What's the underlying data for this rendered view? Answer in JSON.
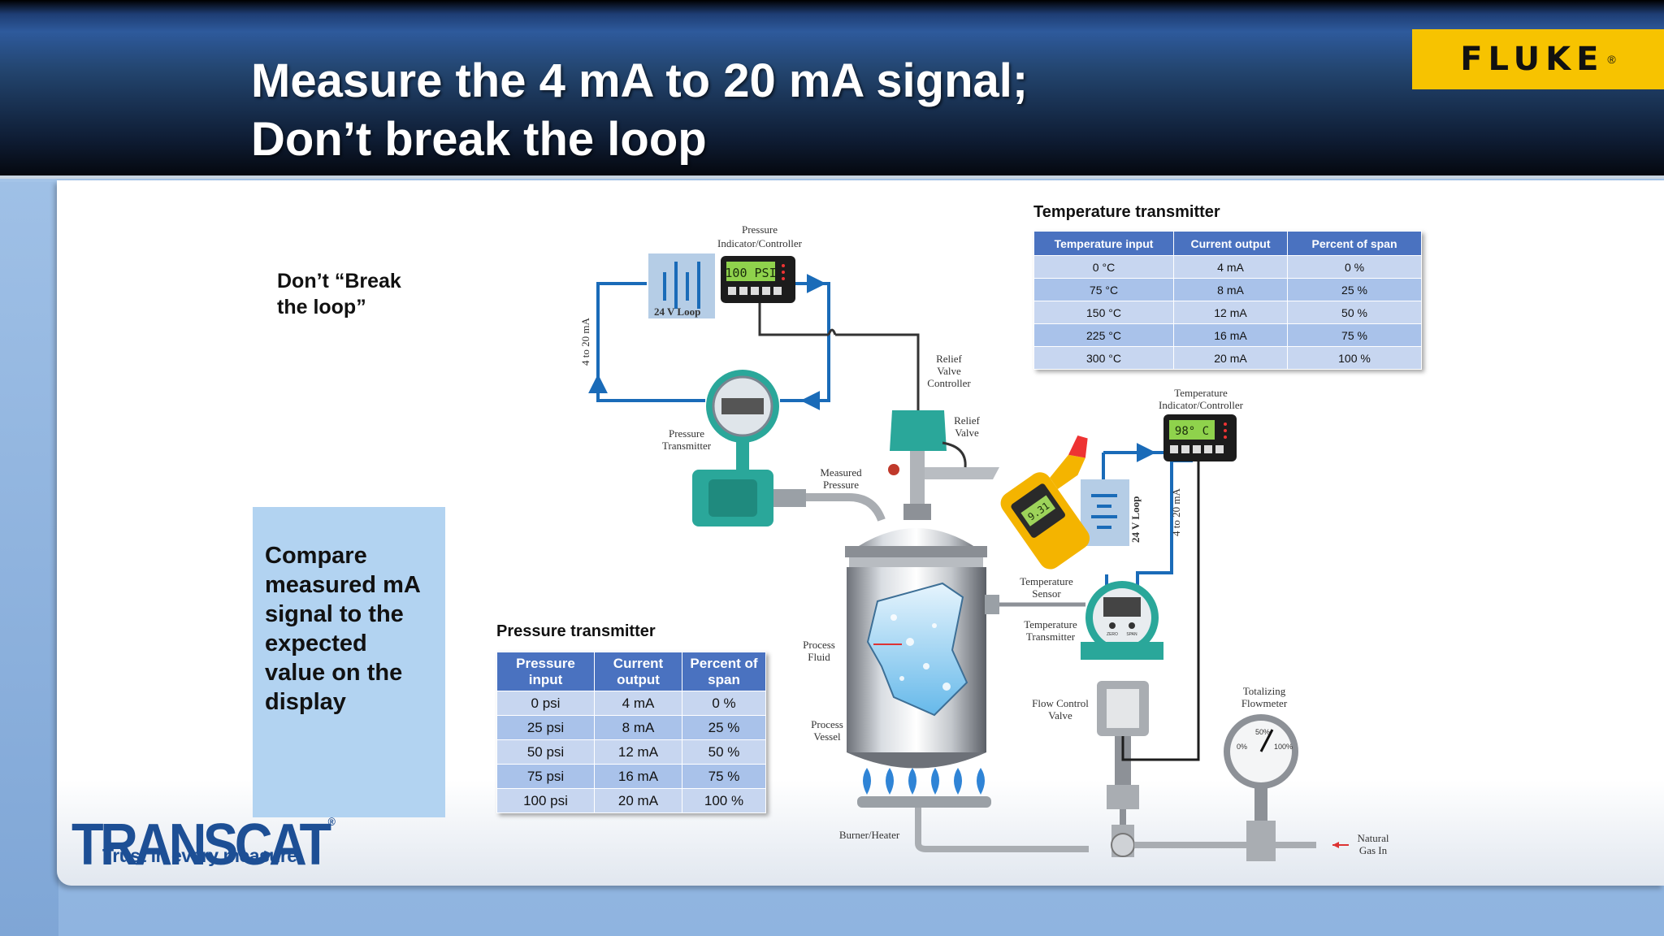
{
  "title": {
    "line1": "Measure the 4 mA to 20 mA signal;",
    "line2": "Don’t break the loop"
  },
  "brand_logo": "FLUKE",
  "notes": {
    "break_loop_line1": "Don’t “Break",
    "break_loop_line2": "the loop”",
    "compare_lines": [
      "Compare",
      "measured mA",
      "signal to the",
      "expected",
      "value on the",
      "display"
    ]
  },
  "transcat": {
    "brand": "TRANSCAT",
    "tagline": "Trust in every measure"
  },
  "pressure_table": {
    "title": "Pressure transmitter",
    "headers": [
      "Pressure input",
      "Current output",
      "Percent of span"
    ],
    "rows": [
      [
        "0 psi",
        "4 mA",
        "0 %"
      ],
      [
        "25 psi",
        "8 mA",
        "25 %"
      ],
      [
        "50 psi",
        "12 mA",
        "50 %"
      ],
      [
        "75 psi",
        "16 mA",
        "75 %"
      ],
      [
        "100 psi",
        "20 mA",
        "100 %"
      ]
    ]
  },
  "temperature_table": {
    "title": "Temperature transmitter",
    "headers": [
      "Temperature input",
      "Current  output",
      "Percent  of span"
    ],
    "rows": [
      [
        "0  °C",
        "4 mA",
        "0 %"
      ],
      [
        "75 °C",
        "8 mA",
        "25 %"
      ],
      [
        "150 °C",
        "12 mA",
        "50 %"
      ],
      [
        "225 °C",
        "16 mA",
        "75 %"
      ],
      [
        "300 °C",
        "20 mA",
        "100 %"
      ]
    ]
  },
  "diagram_labels": {
    "pressure_indicator": [
      "Pressure",
      "Indicator/Controller"
    ],
    "pressure_display": "100 PSI",
    "loop_24v": "24 V Loop",
    "loop_current": "4 to 20 mA",
    "relief_valve_controller": [
      "Relief",
      "Valve",
      "Controller"
    ],
    "relief_valve": [
      "Relief",
      "Valve"
    ],
    "pressure_transmitter": [
      "Pressure",
      "Transmitter"
    ],
    "measured_pressure": [
      "Measured",
      "Pressure"
    ],
    "temperature_indicator": [
      "Temperature",
      "Indicator/Controller"
    ],
    "temperature_display": "98° C",
    "temperature_sensor": [
      "Temperature",
      "Sensor"
    ],
    "temperature_transmitter": [
      "Temperature",
      "Transmitter"
    ],
    "process_fluid": [
      "Process",
      "Fluid"
    ],
    "process_vessel": [
      "Process",
      "Vessel"
    ],
    "flow_control_valve": [
      "Flow Control",
      "Valve"
    ],
    "totalizing_flowmeter": [
      "Totalizing",
      "Flowmeter"
    ],
    "gauge_marks": [
      "0%",
      "50%",
      "100%"
    ],
    "burner_heater": "Burner/Heater",
    "natural_gas": [
      "Natural",
      "Gas In"
    ],
    "meter_reading": "9.31",
    "zero_span": [
      "ZERO",
      "SPAN"
    ]
  },
  "colors": {
    "loop_wire": "#1a6bb8",
    "teal_device": "#2aa79a",
    "table_header": "#4a72c0",
    "fluke_yellow": "#f7c300",
    "transcat_blue": "#1d4f95"
  }
}
